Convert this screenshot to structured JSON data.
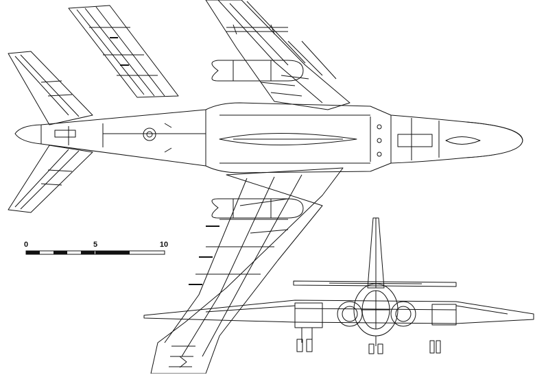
{
  "drawing": {
    "line_color": "#111111",
    "paper_color": "#ffffff",
    "views": [
      "bottom-view",
      "front-view"
    ]
  },
  "scale_bar": {
    "labels": [
      "0",
      "5",
      "10"
    ],
    "unit": ""
  }
}
